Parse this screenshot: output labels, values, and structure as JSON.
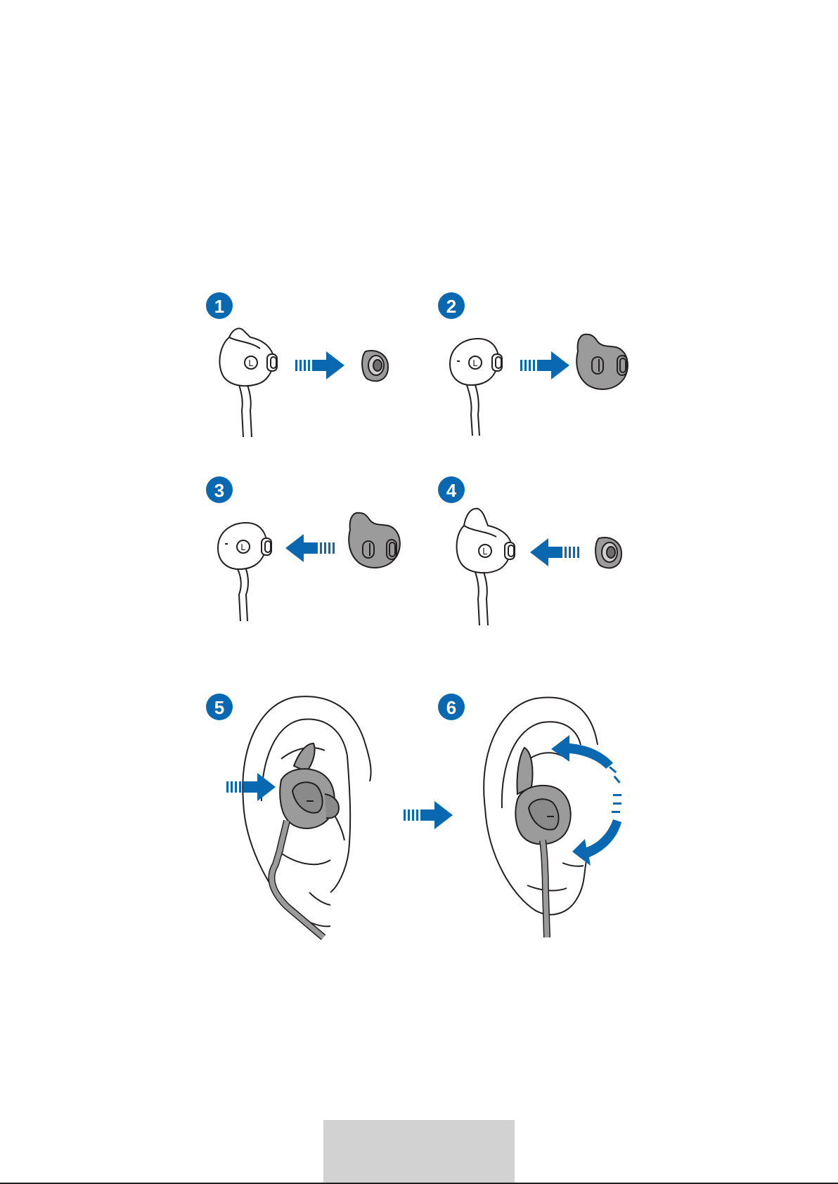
{
  "colors": {
    "accent": "#0a68b0",
    "outline": "#231f20",
    "tip_fill": "#9b9b9b",
    "housing_fill": "#ffffff",
    "footer_box": "#d2d2d2"
  },
  "steps": [
    {
      "number": "1",
      "ear_label": "L"
    },
    {
      "number": "2",
      "ear_label": "L"
    },
    {
      "number": "3",
      "ear_label": "L"
    },
    {
      "number": "4",
      "ear_label": "L"
    },
    {
      "number": "5"
    },
    {
      "number": "6"
    }
  ]
}
